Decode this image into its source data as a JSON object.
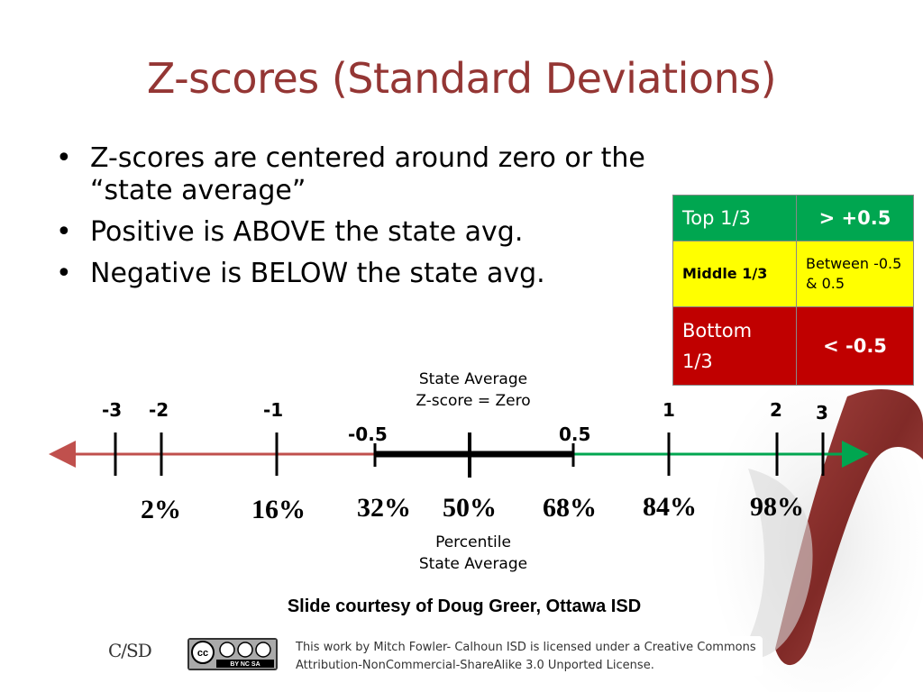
{
  "title": "Z-scores (Standard Deviations)",
  "bullets": [
    "Z-scores are centered around zero or the “state average”",
    "Positive is ABOVE the state avg.",
    "Negative is BELOW the state avg."
  ],
  "legend_table": {
    "rows": [
      {
        "label": "Top 1/3",
        "value": "> +0.5",
        "color": "#00a650"
      },
      {
        "label": "Middle 1/3",
        "value": "Between -0.5 & 0.5",
        "color": "#ffff00"
      },
      {
        "label": "Bottom 1/3",
        "value": "< -0.5",
        "color": "#c00000"
      }
    ]
  },
  "number_line": {
    "state_avg_label_1": "State Average",
    "state_avg_label_2": "Z-score = Zero",
    "z_labels": [
      "-3",
      "-2",
      "-1",
      "-0.5",
      "0.5",
      "1",
      "2",
      "3"
    ],
    "percentiles": [
      "2%",
      "16%",
      "32%",
      "50%",
      "68%",
      "84%",
      "98%"
    ],
    "percentile_label_1": "Percentile",
    "percentile_label_2": "State Average",
    "left_color": "#c0504d",
    "right_color": "#00a650",
    "middle_color": "#000000"
  },
  "credit": "Slide courtesy of Doug Greer, Ottawa ISD",
  "footer": {
    "logo": "C/SD",
    "cc_badge": "BY NC SA",
    "license_line_1": "This work by Mitch Fowler- Calhoun ISD is licensed under a Creative Commons",
    "license_line_2": "Attribution-NonCommercial-ShareAlike 3.0 Unported License."
  }
}
